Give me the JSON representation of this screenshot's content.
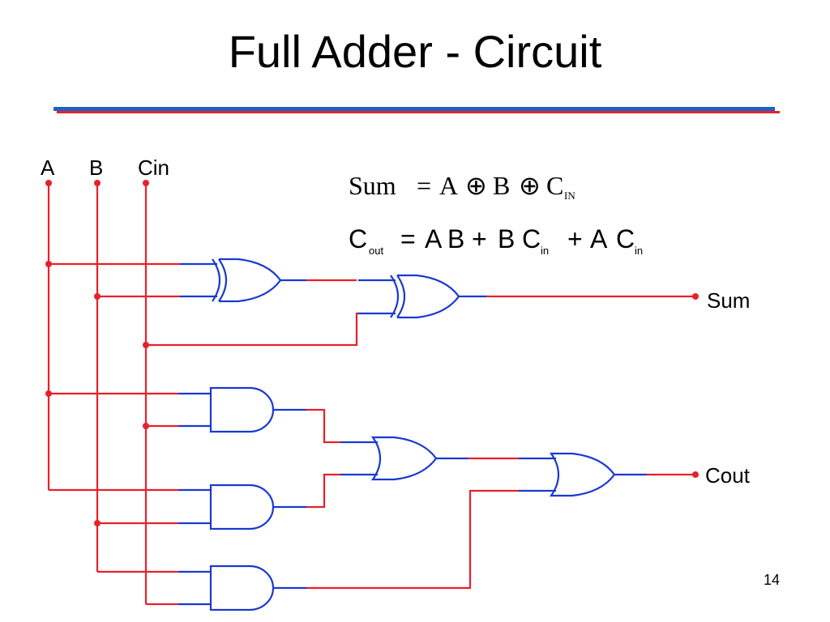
{
  "slide": {
    "title": "Full Adder - Circuit",
    "page_number": "14",
    "rule_colors": {
      "top": "#1f5fc8",
      "bottom": "#e8202a"
    }
  },
  "inputs": {
    "a": "A",
    "b": "B",
    "cin": "Cin"
  },
  "outputs": {
    "sum": "Sum",
    "cout": "Cout"
  },
  "equations": {
    "sum": {
      "lhs": "Sum",
      "eq": "=",
      "a": "A",
      "xor1": "⊕",
      "b": "B",
      "xor2": "⊕",
      "c": "C",
      "c_sub": "IN"
    },
    "cout": {
      "lhs": "C",
      "lhs_sub": "out",
      "eq": "=",
      "t1a": "A",
      "t1b": "B",
      "plus1": "+",
      "t2a": "B",
      "t2c": "C",
      "t2c_sub": "in",
      "plus2": "+",
      "t3a": "A",
      "t3c": "C",
      "t3c_sub": "in"
    }
  },
  "colors": {
    "wire_input": "#e8202a",
    "wire_gate": "#1a3ad0",
    "node": "#e8202a"
  },
  "gates": [
    {
      "id": "xor1",
      "type": "XOR"
    },
    {
      "id": "xor2",
      "type": "XOR"
    },
    {
      "id": "and1",
      "type": "AND"
    },
    {
      "id": "and2",
      "type": "AND"
    },
    {
      "id": "and3",
      "type": "AND"
    },
    {
      "id": "or1",
      "type": "OR"
    },
    {
      "id": "or2",
      "type": "OR"
    }
  ]
}
